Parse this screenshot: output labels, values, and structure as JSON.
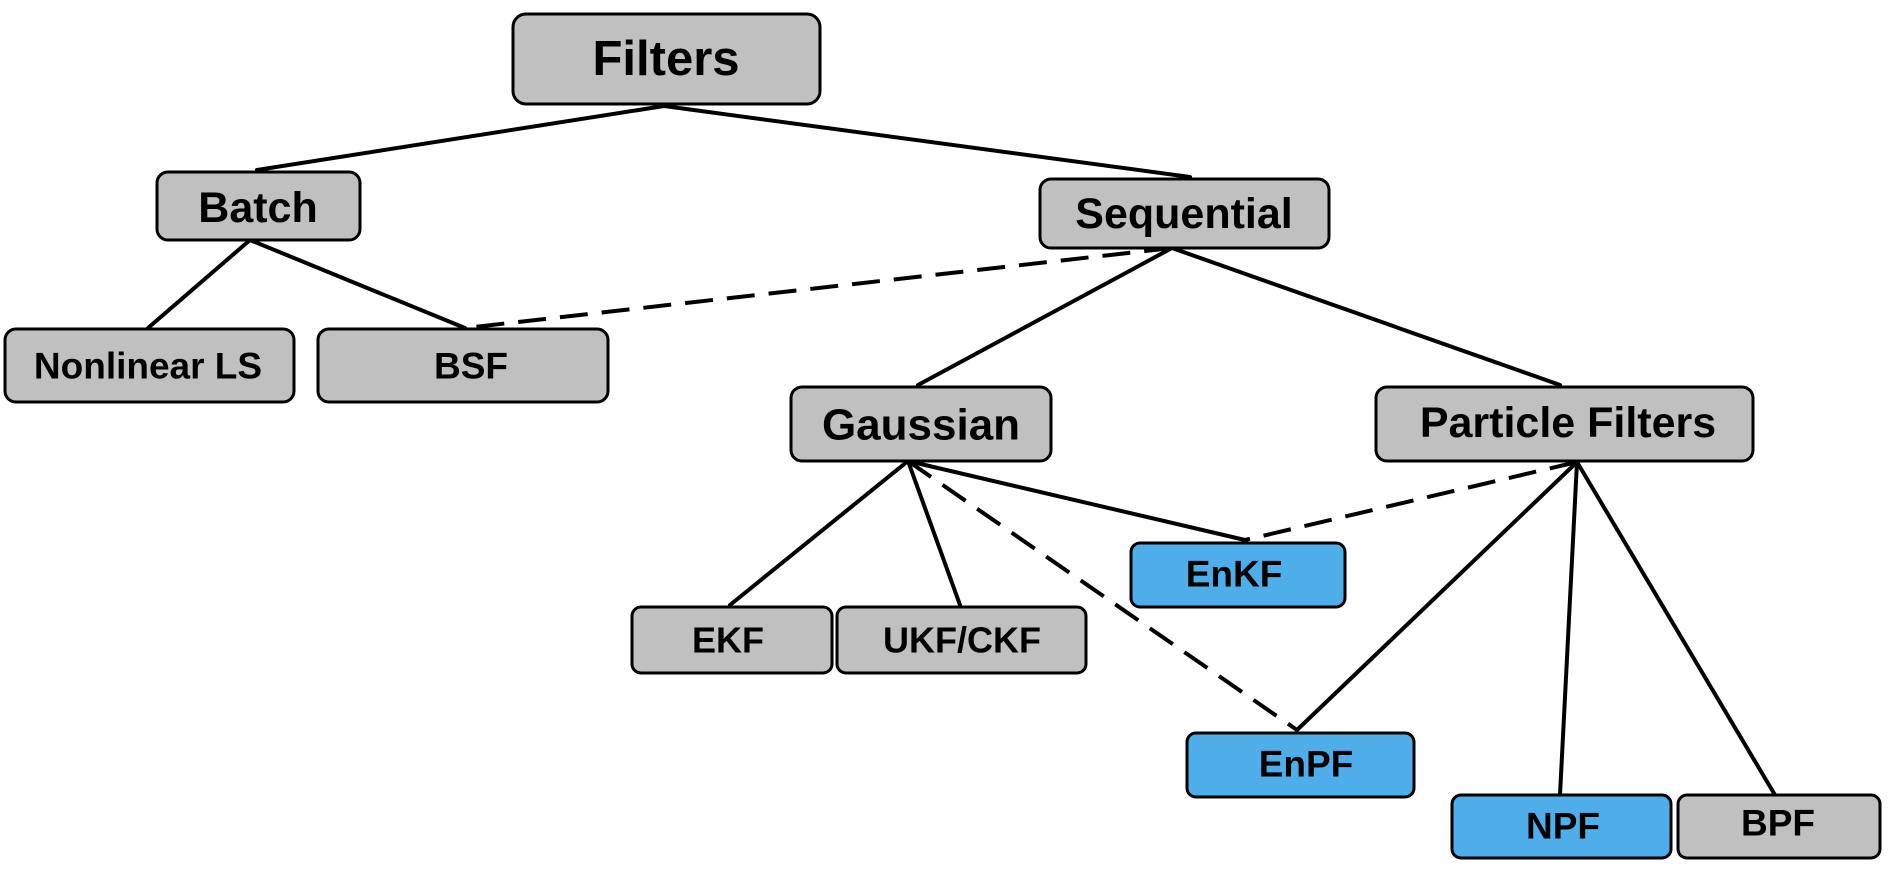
{
  "diagram": {
    "nodes": {
      "filters": "Filters",
      "batch": "Batch",
      "sequential": "Sequential",
      "nonlinear_ls": "Nonlinear LS",
      "bsf": "BSF",
      "gaussian": "Gaussian",
      "particle_filters": "Particle Filters",
      "enkf": "EnKF",
      "ekf": "EKF",
      "ukf_ckf": "UKF/CKF",
      "enpf": "EnPF",
      "npf": "NPF",
      "bpf": "BPF"
    }
  },
  "colors": {
    "gray_node_fill": "#C0C0C0",
    "blue_node_fill": "#4DAEE9",
    "stroke": "#000000"
  }
}
